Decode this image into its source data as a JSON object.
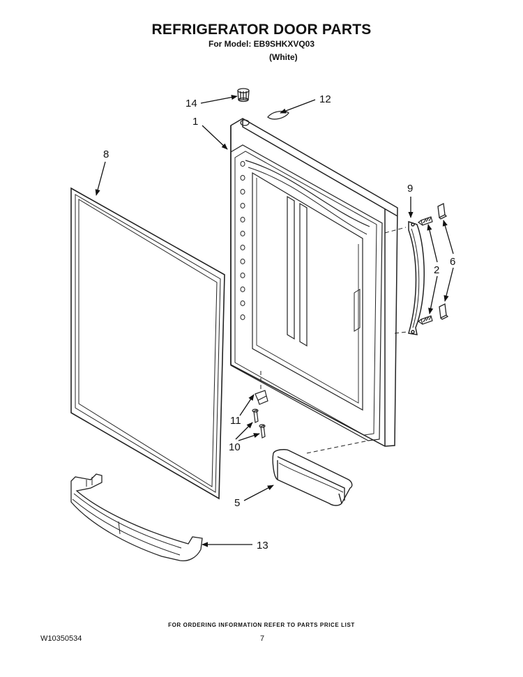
{
  "header": {
    "title": "REFRIGERATOR DOOR PARTS",
    "model_line": "For Model: EB9SHKXVQ03",
    "color": "(White)"
  },
  "callouts": {
    "c1": "1",
    "c2": "2",
    "c5": "5",
    "c6": "6",
    "c8": "8",
    "c9": "9",
    "c10": "10",
    "c11": "11",
    "c12": "12",
    "c13": "13",
    "c14": "14"
  },
  "footer": {
    "note": "FOR ORDERING INFORMATION REFER TO PARTS PRICE LIST",
    "doc_number": "W10350534",
    "page": "7"
  }
}
